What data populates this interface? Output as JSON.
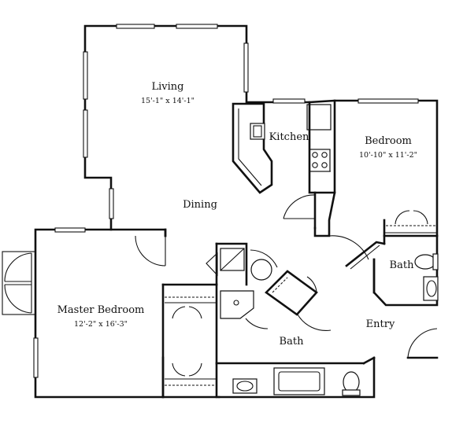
{
  "rooms": {
    "living": {
      "name": "Living",
      "dims": "15'-1\" x 14'-1\""
    },
    "kitchen": {
      "name": "Kitchen"
    },
    "bedroom": {
      "name": "Bedroom",
      "dims": "10'-10\" x 11'-2\""
    },
    "dining": {
      "name": "Dining"
    },
    "bath_right": {
      "name": "Bath"
    },
    "master_bedroom": {
      "name": "Master Bedroom",
      "dims": "12'-2\" x 16'-3\""
    },
    "bath_center": {
      "name": "Bath"
    },
    "entry": {
      "name": "Entry"
    }
  }
}
